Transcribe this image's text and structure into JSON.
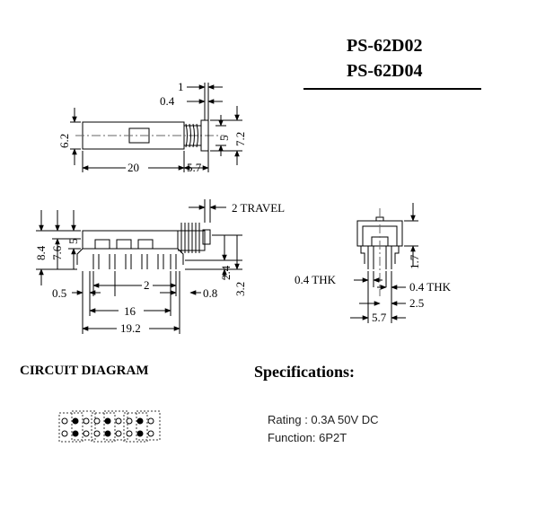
{
  "title": {
    "line1": "PS-62D02",
    "line2": "PS-62D04"
  },
  "top_view": {
    "dims": [
      "1",
      "0.4",
      "6.2",
      "5",
      "7.2",
      "20",
      "5.7"
    ]
  },
  "side_view": {
    "dims": [
      "2 TRAVEL",
      "8.4",
      "7.6",
      "5",
      "2.4",
      "3.2",
      "0.5",
      "2",
      "0.8",
      "16",
      "19.2"
    ]
  },
  "end_view": {
    "dims": [
      "1.7",
      "0.4 THK",
      "0.4 THK",
      "2.5",
      "5.7"
    ]
  },
  "circuit": {
    "heading": "CIRCUIT DIAGRAM"
  },
  "specs": {
    "heading": "Specifications:",
    "rating": "Rating : 0.3A 50V DC",
    "function": "Function: 6P2T"
  },
  "colors": {
    "line": "#000000",
    "centerline": "#555555",
    "contact_fill": "#000000",
    "dashed": "#333333"
  }
}
